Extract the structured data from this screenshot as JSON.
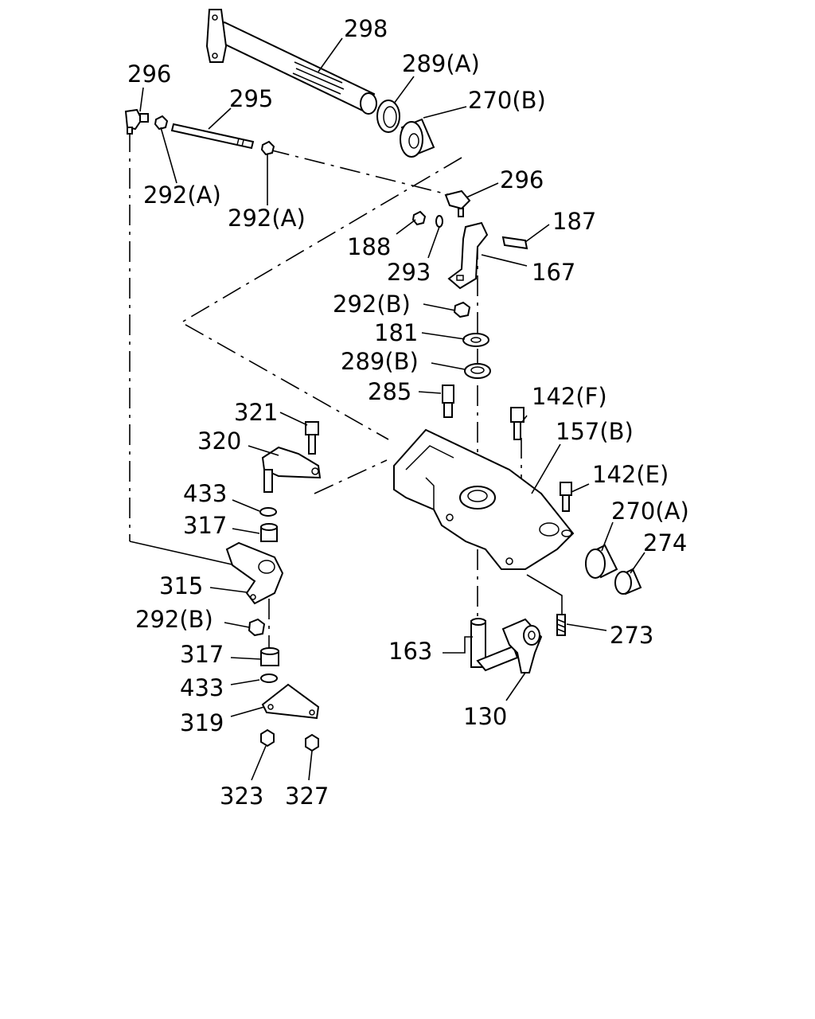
{
  "labels": {
    "l298": "298",
    "l289a": "289(A)",
    "l296a": "296",
    "l295": "295",
    "l270b": "270(B)",
    "l292a1": "292(A)",
    "l292a2": "292(A)",
    "l296b": "296",
    "l187": "187",
    "l188": "188",
    "l293": "293",
    "l167": "167",
    "l292b1": "292(B)",
    "l181": "181",
    "l289b": "289(B)",
    "l285": "285",
    "l142f": "142(F)",
    "l321": "321",
    "l157b": "157(B)",
    "l320": "320",
    "l142e": "142(E)",
    "l433a": "433",
    "l270a": "270(A)",
    "l317a": "317",
    "l274": "274",
    "l315": "315",
    "l292b2": "292(B)",
    "l273": "273",
    "l317b": "317",
    "l163": "163",
    "l433b": "433",
    "l319": "319",
    "l130": "130",
    "l323": "323",
    "l327": "327"
  }
}
